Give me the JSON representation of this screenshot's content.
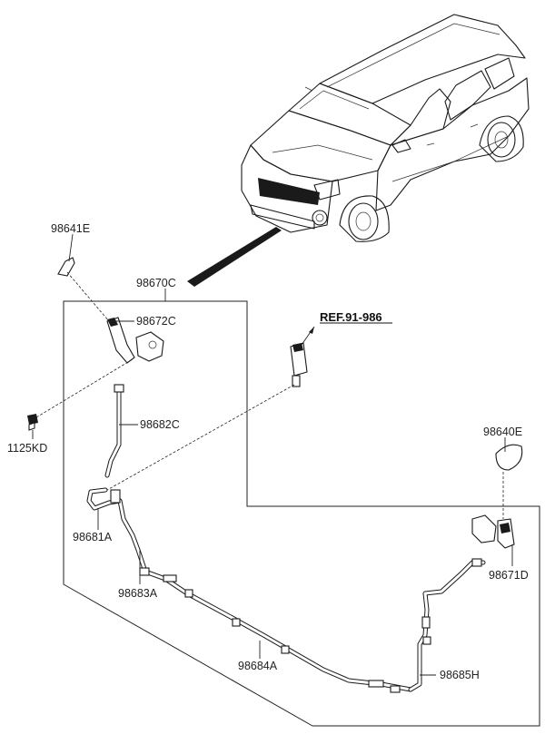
{
  "labels": {
    "p98641E": "98641E",
    "p98670C": "98670C",
    "p98672C": "98672C",
    "ref": "REF.91-986",
    "p98682C": "98682C",
    "p1125KD": "1125KD",
    "p98640E": "98640E",
    "p98681A": "98681A",
    "p98683A": "98683A",
    "p98671D": "98671D",
    "p98684A": "98684A",
    "p98685H": "98685H"
  }
}
